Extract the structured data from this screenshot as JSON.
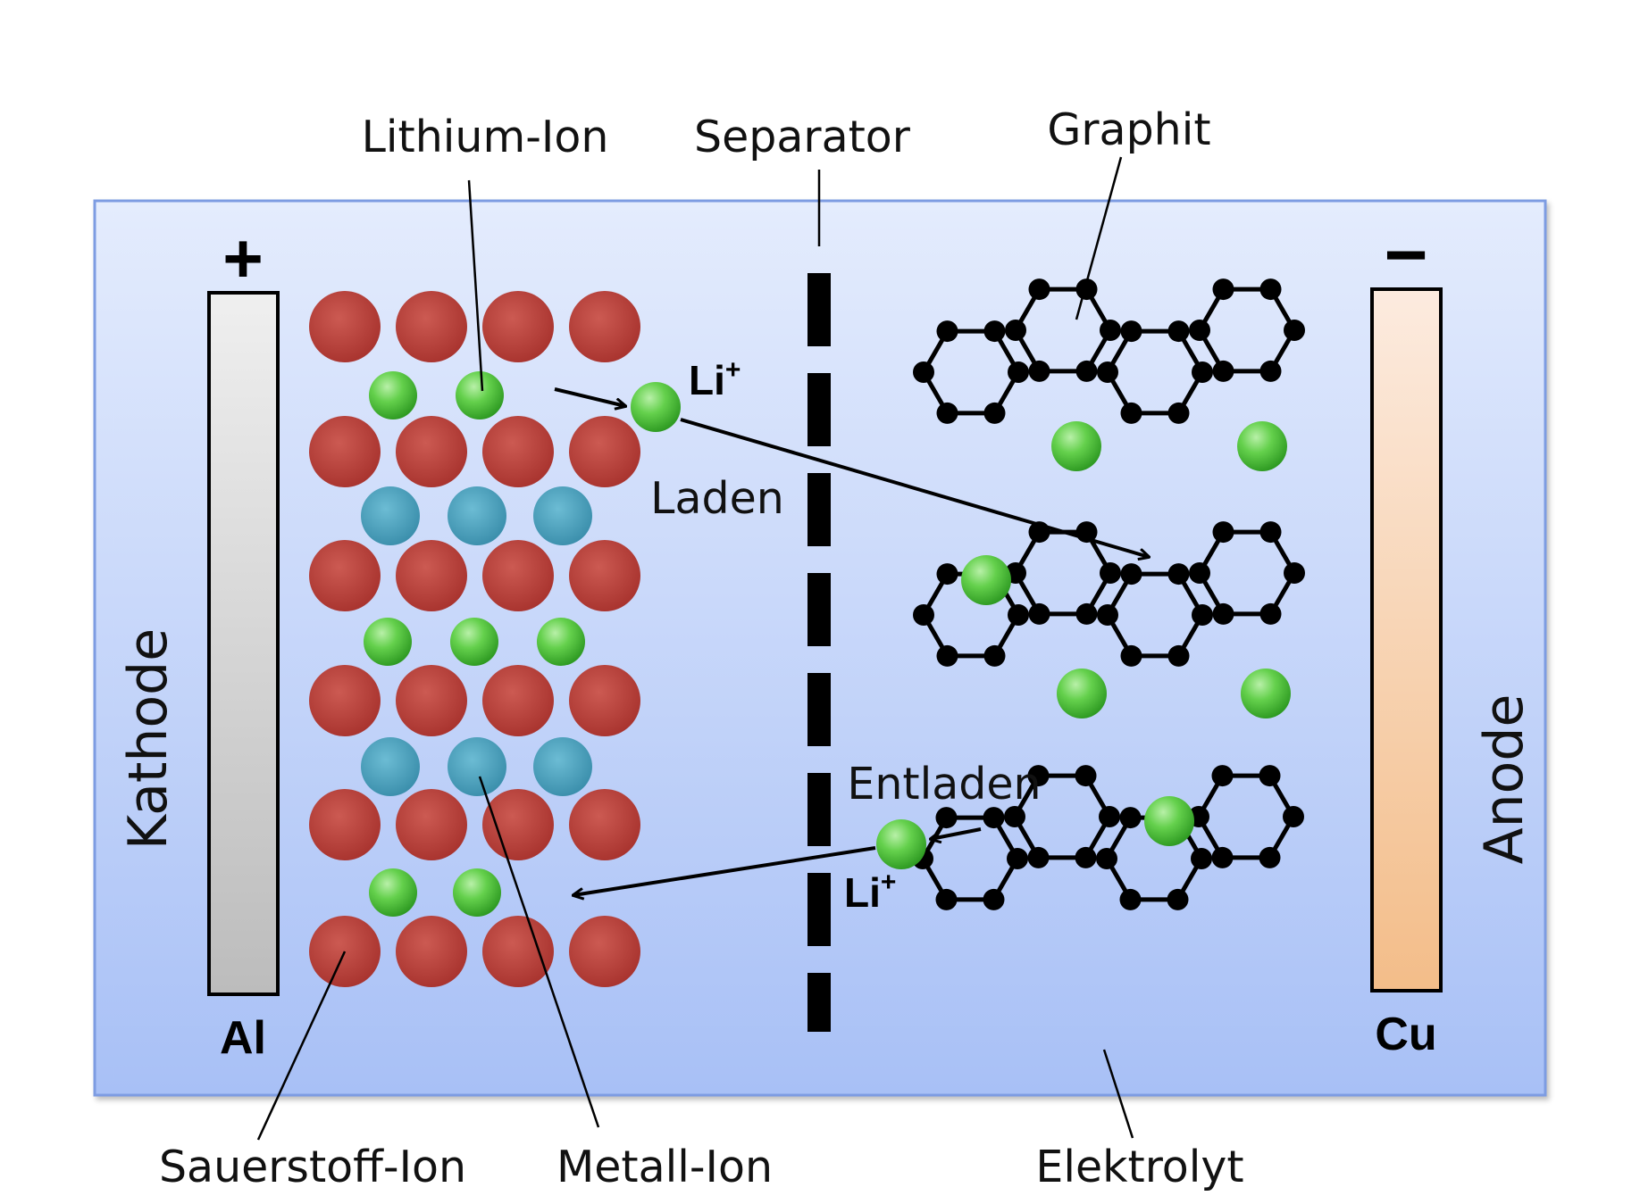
{
  "labels": {
    "lithium_ion": "Lithium-Ion",
    "separator": "Separator",
    "graphit": "Graphit",
    "sauerstoff_ion": "Sauerstoff-Ion",
    "metall_ion": "Metall-Ion",
    "elektrolyt": "Elektrolyt",
    "kathode": "Kathode",
    "anode": "Anode",
    "laden": "Laden",
    "entladen": "Entladen",
    "li_top": "Li",
    "li_bottom": "Li",
    "li_superscript": "+",
    "plus_sign": "+",
    "minus_sign": "−",
    "al": "Al",
    "cu": "Cu"
  },
  "colors": {
    "electrolyte_top": "#e2eafc",
    "electrolyte_bottom": "#a9c1f7",
    "electrolyte_border": "#7b9be0",
    "oxygen_ion": "#b8403a",
    "metal_ion": "#4aa3bf",
    "lithium_ion": "#5fcc4a",
    "cathode_light": "#ececec",
    "cathode_dark": "#bdbdbd",
    "anode_light": "#fbe7d8",
    "anode_dark": "#f3bf8d"
  }
}
